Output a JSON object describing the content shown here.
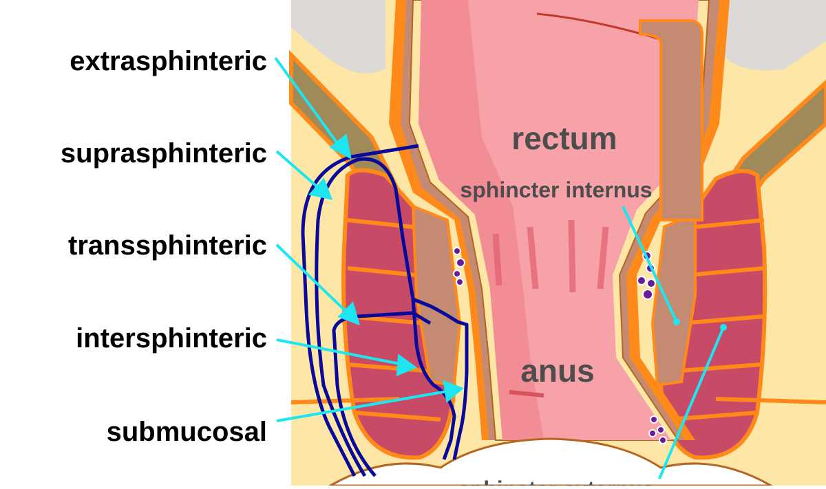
{
  "fistula_labels": {
    "extrasphinteric": "extrasphinteric",
    "suprasphinteric": "suprasphinteric",
    "transsphinteric": "transsphinteric",
    "intersphinteric": "intersphinteric",
    "submucosal": "submucosal"
  },
  "anatomy_labels": {
    "rectum": "rectum",
    "sphincter_internus": "sphincter internus",
    "anus": "anus",
    "sphincter_externus": "sphincter externus"
  },
  "colors": {
    "fat": "#fde6a6",
    "muscle": "#c74b66",
    "muscle_band": "#ff8a1a",
    "mucosa": "#f59aa0",
    "fistula_tract": "#0a0a9a",
    "pointer": "#1ee6f0",
    "bone_gray": "#dcd9d6"
  }
}
